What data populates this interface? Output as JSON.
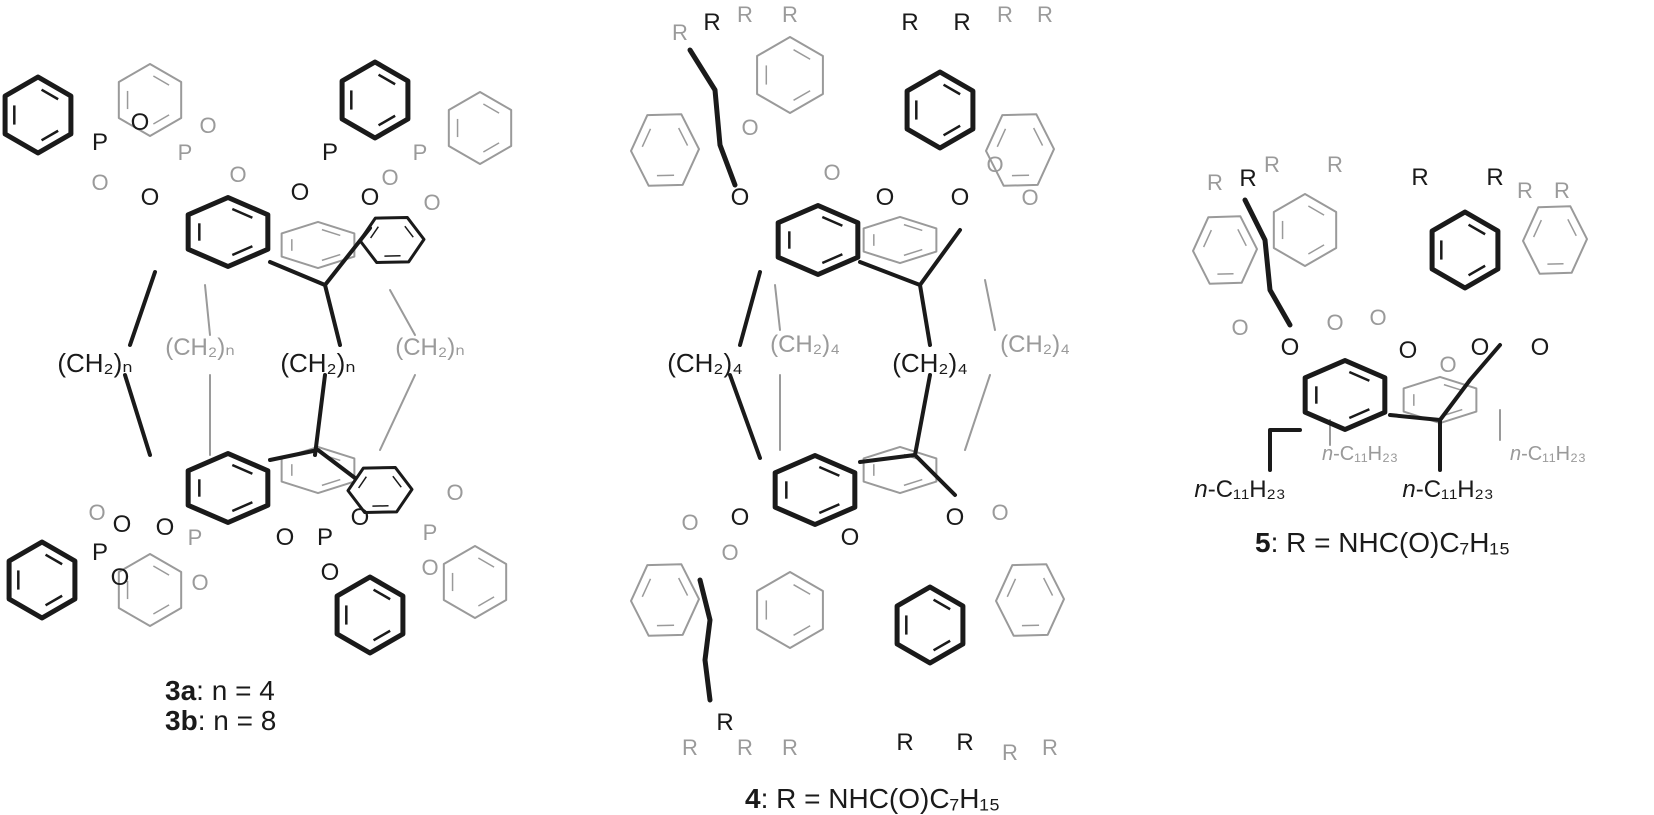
{
  "colors": {
    "bold_bond": "#1a1a1a",
    "back_bond": "#9a9a9a"
  },
  "atoms": {
    "oxygen": "O",
    "phosphorus": "P",
    "substituent": "R"
  },
  "linkers": {
    "compound_3": "(CH₂)ₙ",
    "compound_4": "(CH₂)₄",
    "compound_5_prefix": "n",
    "compound_5_chain": "-C₁₁H₂₃"
  },
  "captions": {
    "c3a": {
      "id": "3a",
      "text": ": n = 4"
    },
    "c3b": {
      "id": "3b",
      "text": ": n = 8"
    },
    "c4": {
      "id": "4",
      "text": ": R = NHC(O)C₇H₁₅"
    },
    "c5": {
      "id": "5",
      "text": ": R = NHC(O)C₇H₁₅"
    }
  }
}
